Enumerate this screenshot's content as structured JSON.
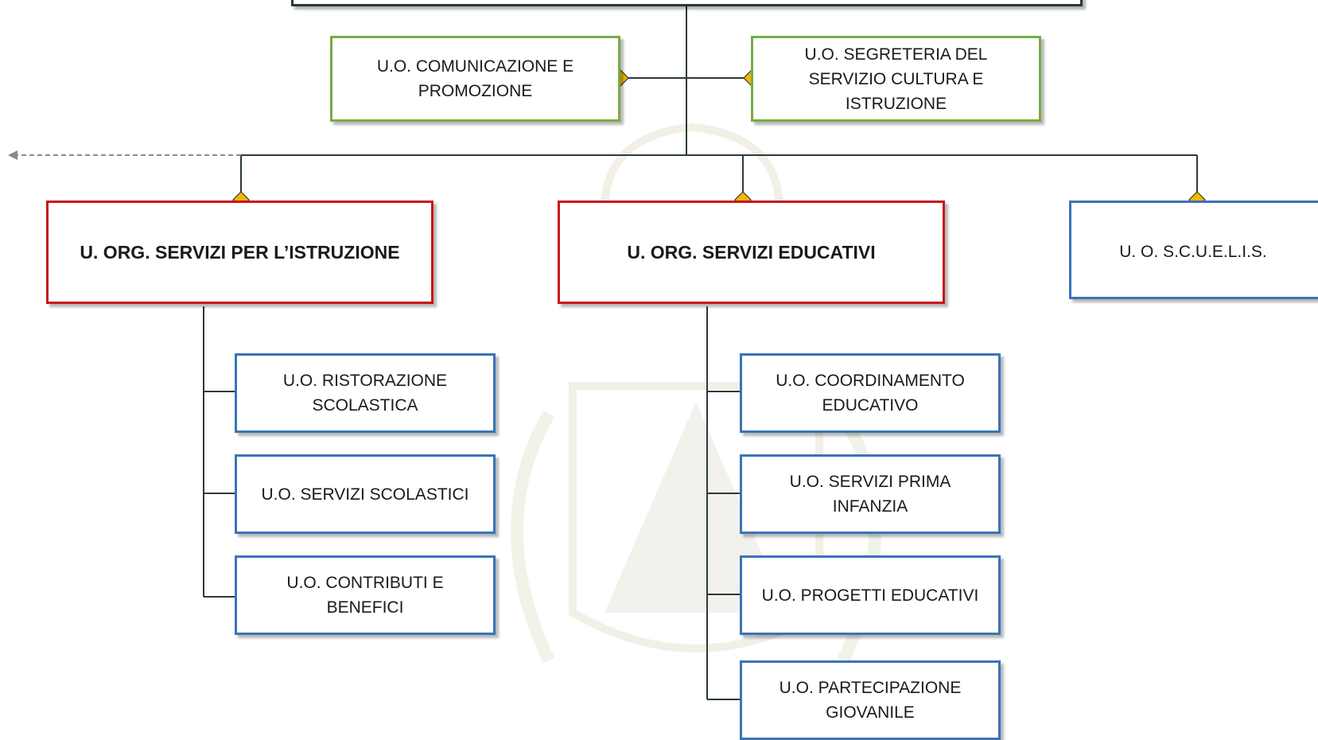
{
  "staff_units": {
    "comunicazione": "U.O. COMUNICAZIONE E PROMOZIONE",
    "segreteria": "U.O.  SEGRETERIA DEL SERVIZIO CULTURA E ISTRUZIONE"
  },
  "major_units": {
    "istruzione": "U. ORG. SERVIZI PER L’ISTRUZIONE",
    "educativi": "U. ORG. SERVIZI EDUCATIVI",
    "scuelis": "U. O.  S.C.U.E.L.I.S."
  },
  "istruzione_subunits": [
    "U.O. RISTORAZIONE SCOLASTICA",
    "U.O. SERVIZI SCOLASTICI",
    "U.O. CONTRIBUTI E BENEFICI"
  ],
  "educativi_subunits": [
    "U.O. COORDINAMENTO EDUCATIVO",
    "U.O. SERVIZI PRIMA INFANZIA",
    "U.O. PROGETTI EDUCATIVI",
    "U.O. PARTECIPAZIONE GIOVANILE"
  ],
  "colors": {
    "staff_border": "#77ac45",
    "major_border": "#c8151b",
    "sub_border": "#3a74b8",
    "connector": "#2b3a3a",
    "diamond": "#f2b700",
    "dashed_arrow": "#8a8a8a"
  }
}
